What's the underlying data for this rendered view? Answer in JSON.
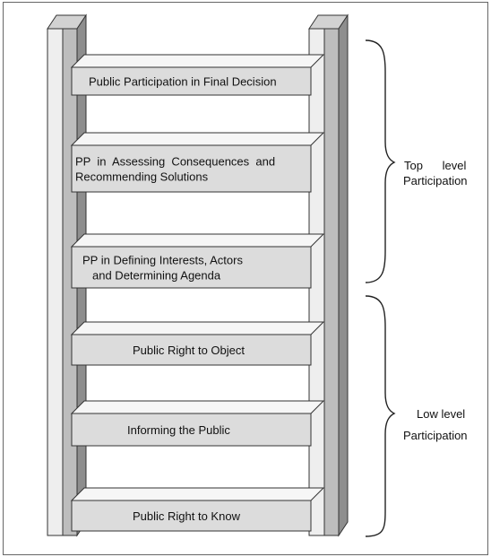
{
  "rungs": [
    {
      "lines": [
        "Public Participation in Final Decision"
      ]
    },
    {
      "lines": [
        "PP  in  Assessing  Consequences  and",
        "Recommending Solutions"
      ]
    },
    {
      "lines": [
        "PP in Defining Interests, Actors",
        "and Determining Agenda"
      ]
    },
    {
      "lines": [
        "Public Right to Object"
      ]
    },
    {
      "lines": [
        "Informing the Public"
      ]
    },
    {
      "lines": [
        "Public Right to Know"
      ]
    }
  ],
  "brackets": {
    "top": {
      "lines": [
        "Top      level",
        "Participation"
      ]
    },
    "low": {
      "lines": [
        "Low level",
        "Participation"
      ]
    }
  }
}
